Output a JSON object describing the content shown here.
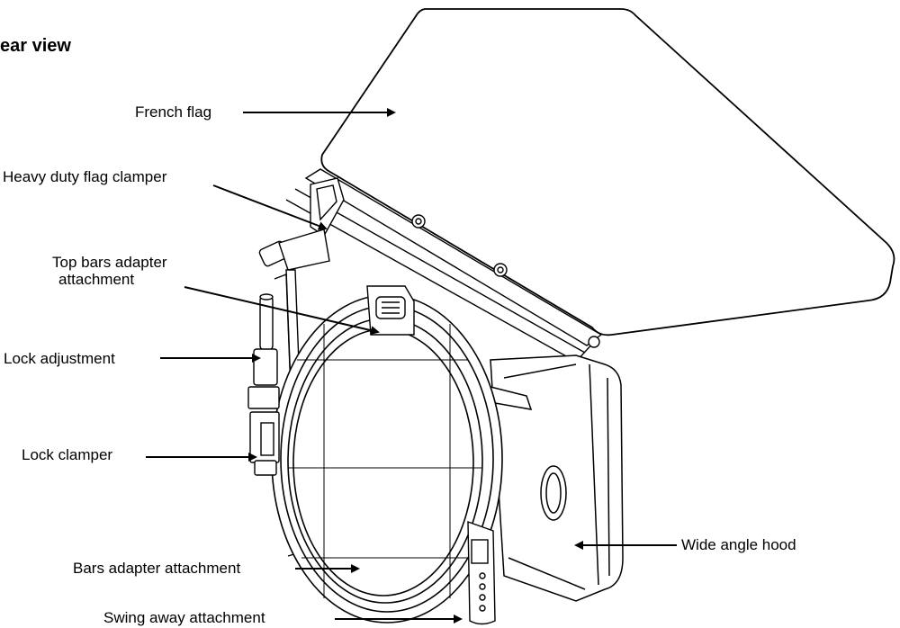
{
  "title": "ear view",
  "labels": {
    "french_flag": "French flag",
    "flag_clamper": "Heavy duty flag clamper",
    "top_bars_line1": "Top bars adapter",
    "top_bars_line2": "attachment",
    "lock_adjustment": "Lock adjustment",
    "lock_clamper": "Lock clamper",
    "bars_adapter": "Bars adapter attachment",
    "swing_away": "Swing away attachment",
    "wide_angle_hood": "Wide angle hood"
  },
  "colors": {
    "ink": "#000000",
    "paper": "#ffffff"
  }
}
